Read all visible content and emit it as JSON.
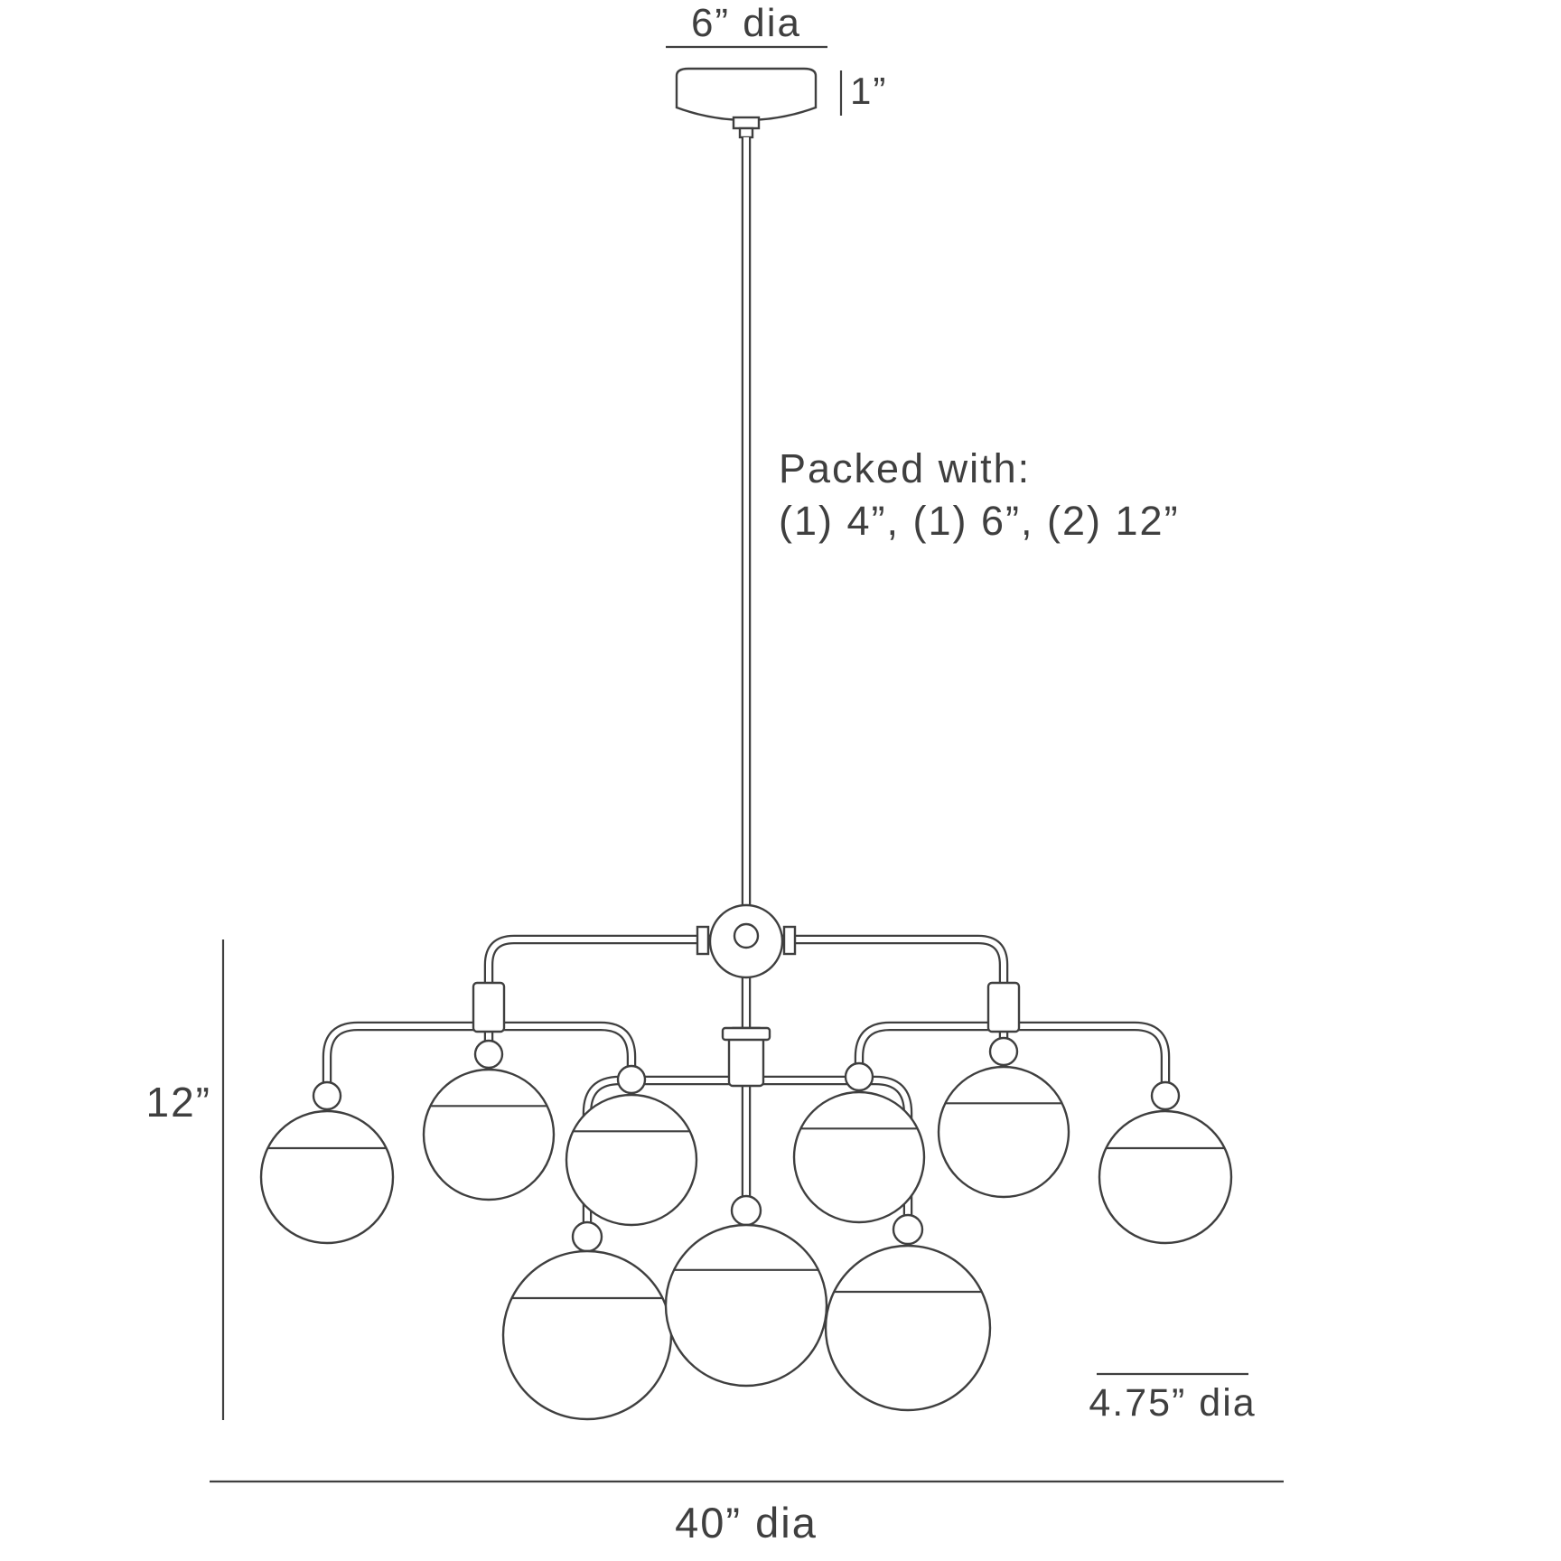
{
  "colors": {
    "ink": "#3f3f3f",
    "background": "#ffffff"
  },
  "labels": {
    "canopy_diameter": "6” dia",
    "canopy_height": "1”",
    "packed_title": "Packed with:",
    "packed_items": "(1) 4”, (1) 6”, (2) 12”",
    "fixture_height": "12”",
    "globe_diameter": "4.75” dia",
    "overall_diameter": "40” dia"
  }
}
